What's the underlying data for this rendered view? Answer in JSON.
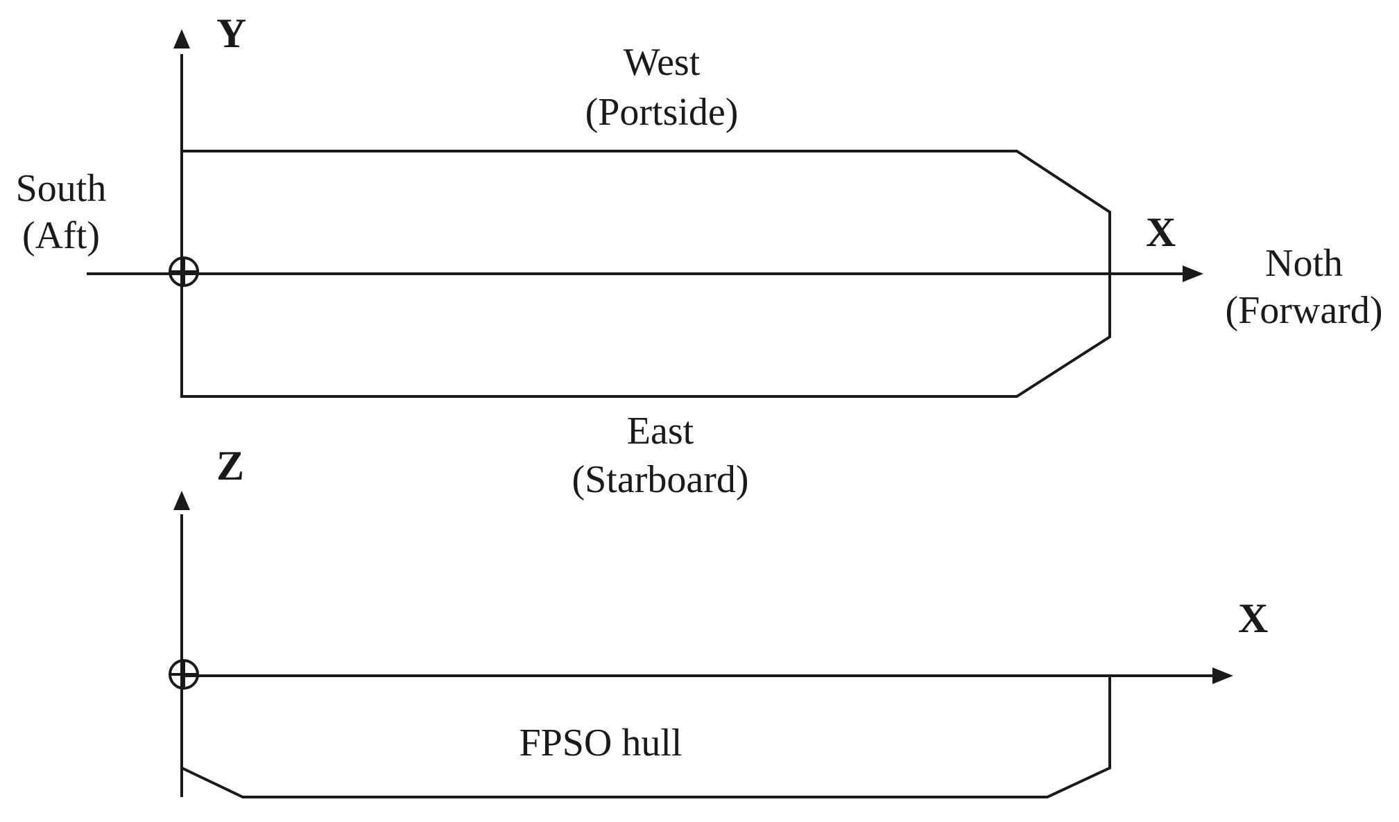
{
  "plan_view": {
    "y_axis_label": "Y",
    "x_axis_label": "X",
    "west_label": "West",
    "portside_label": "(Portside)",
    "south_label": "South",
    "aft_label": "(Aft)",
    "north_label": "Noth",
    "forward_label": "(Forward)",
    "east_label": "East",
    "starboard_label": "(Starboard)"
  },
  "elevation_view": {
    "z_axis_label": "Z",
    "x_axis_label": "X",
    "hull_label": "FPSO hull"
  }
}
